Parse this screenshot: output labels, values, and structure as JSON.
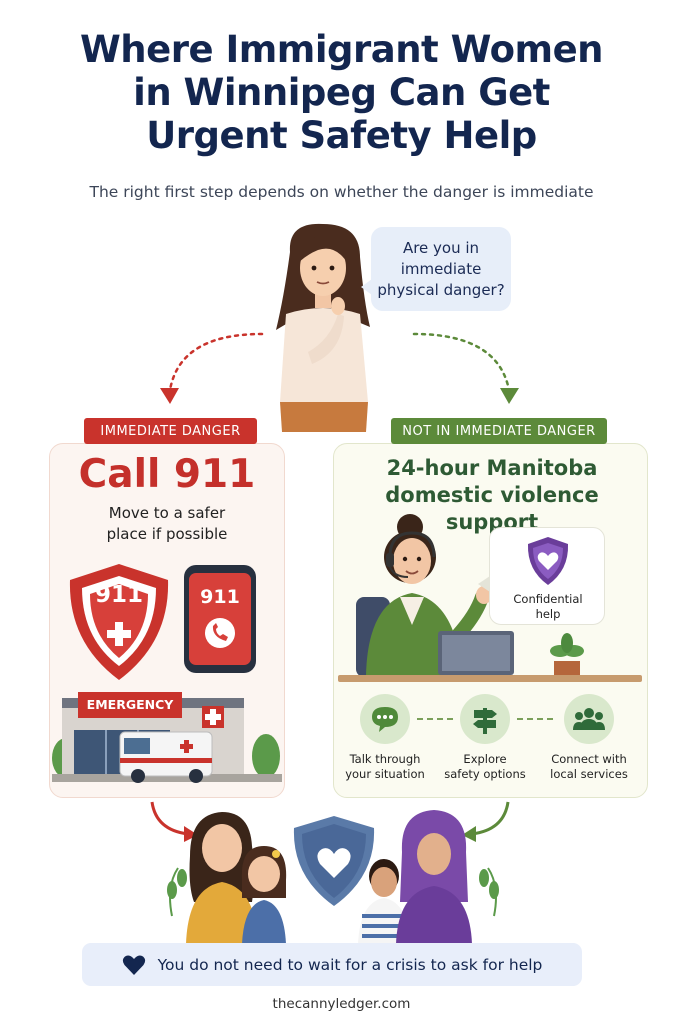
{
  "header": {
    "title": "Where Immigrant Women\nin Winnipeg Can Get\nUrgent Safety Help",
    "subtitle": "The right first step depends on whether the danger is immediate"
  },
  "question": {
    "text": "Are you in\nimmediate\nphysical danger?"
  },
  "immediate": {
    "tag": "IMMEDIATE DANGER",
    "headline": "Call 911",
    "instruction": "Move to a safer\nplace if possible",
    "shield_number": "911",
    "phone_number": "911",
    "building_sign": "EMERGENCY"
  },
  "not_immediate": {
    "tag": "NOT IN IMMEDIATE DANGER",
    "headline": "24-hour Manitoba\ndomestic violence support",
    "confidential": "Confidential\nhelp",
    "steps": [
      {
        "label": "Talk through\nyour situation",
        "icon": "chat-icon"
      },
      {
        "label": "Explore\nsafety options",
        "icon": "signpost-icon"
      },
      {
        "label": "Connect with\nlocal services",
        "icon": "people-icon"
      }
    ]
  },
  "footer": {
    "message": "You do not need to wait for a crisis to ask for help",
    "site": "thecannyledger.com"
  },
  "colors": {
    "navy": "#13264f",
    "red": "#c9332c",
    "green": "#5c8a3a",
    "light_blue": "#e8eefa"
  }
}
